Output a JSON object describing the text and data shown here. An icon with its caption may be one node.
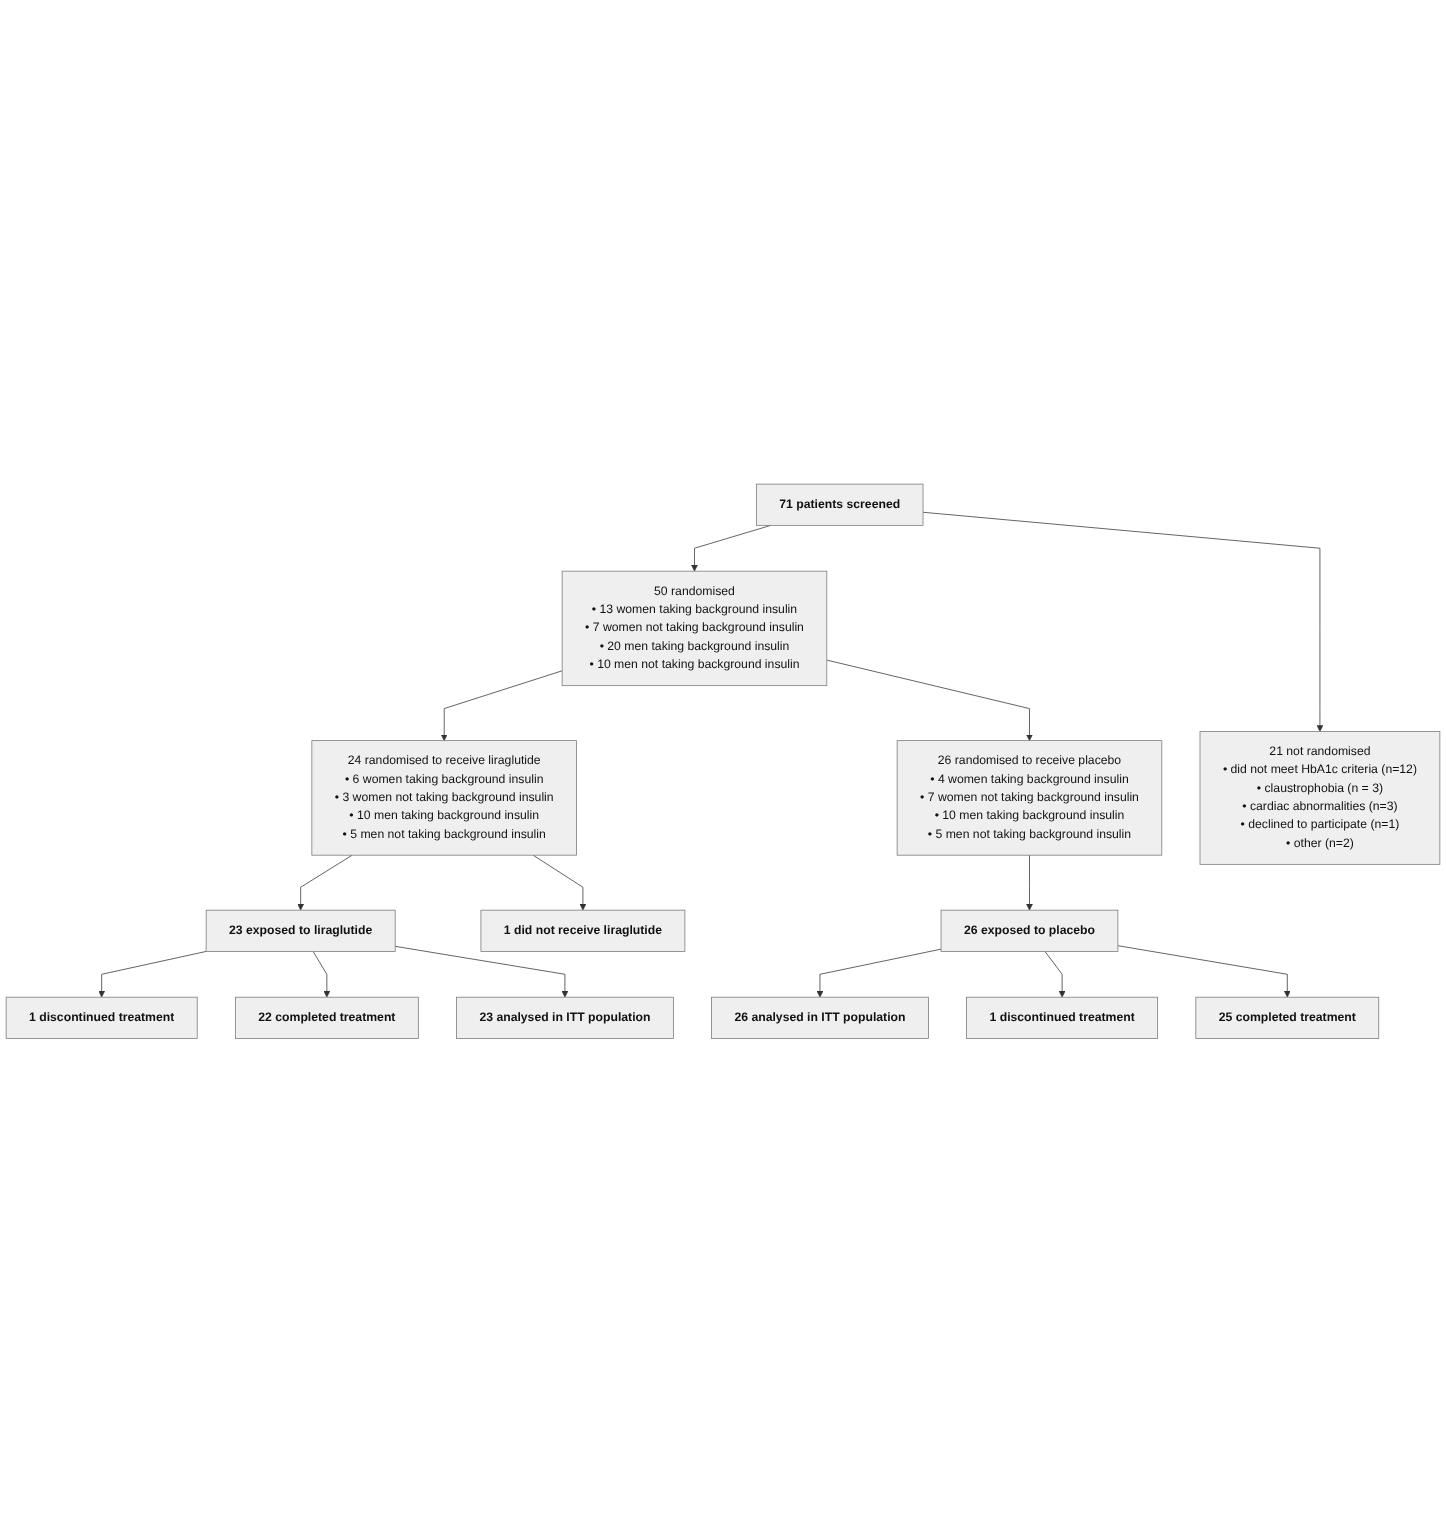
{
  "diagram": {
    "nodes": [
      {
        "text": [
          "71 patients screened"
        ]
      },
      {
        "text": [
          "21 not randomised",
          "• did not meet HbA1c criteria (n=12)",
          "• claustrophobia (n = 3)",
          "• cardiac abnormalities (n=3)",
          "• declined to participate (n=1)",
          "• other (n=2)"
        ]
      },
      {
        "text": [
          "50 randomised",
          "• 13 women taking background insulin",
          "• 7 women not taking background insulin",
          "• 20 men taking background insulin",
          "• 10 men not taking background insulin"
        ]
      },
      {
        "text": [
          "24 randomised to receive liraglutide",
          "• 6 women taking background insulin",
          "• 3 women not taking background insulin",
          "• 10 men taking background insulin",
          "• 5 men not taking background insulin"
        ]
      },
      {
        "text": [
          "26 randomised to receive placebo",
          "• 4 women taking background insulin",
          "• 7 women not taking background insulin",
          "• 10 men taking background insulin",
          "• 5 men not taking background insulin"
        ]
      },
      {
        "text": [
          "1 did not receive liraglutide"
        ]
      },
      {
        "text": [
          "23 exposed to liraglutide"
        ]
      },
      {
        "text": [
          "26 exposed to placebo"
        ]
      },
      {
        "text": [
          "1 discontinued treatment"
        ]
      },
      {
        "text": [
          "22 completed treatment"
        ]
      },
      {
        "text": [
          "1 discontinued treatment"
        ]
      },
      {
        "text": [
          "25 completed treatment"
        ]
      },
      {
        "text": [
          "23 analysed in ITT population"
        ]
      },
      {
        "text": [
          "26 analysed in ITT population"
        ]
      }
    ],
    "edges": [
      {
        "from": 0,
        "to": 2,
        "arrow": "to"
      },
      {
        "from": 0,
        "to": 1,
        "arrow": "to"
      },
      {
        "from": 2,
        "to": 3,
        "arrow": "to"
      },
      {
        "from": 2,
        "to": 4,
        "arrow": "to"
      },
      {
        "from": 3,
        "to": 5,
        "arrow": "to"
      },
      {
        "from": 3,
        "to": 6,
        "arrow": "to"
      },
      {
        "from": 4,
        "to": 7,
        "arrow": "to"
      },
      {
        "from": 6,
        "to": 8,
        "arrow": "to"
      },
      {
        "from": 6,
        "to": 9,
        "arrow": "to"
      },
      {
        "from": 6,
        "to": 12,
        "arrow": "to"
      },
      {
        "from": 7,
        "to": 13,
        "arrow": "to"
      },
      {
        "from": 7,
        "to": 10,
        "arrow": "to"
      },
      {
        "from": 7,
        "to": 11,
        "arrow": "to"
      }
    ]
  }
}
